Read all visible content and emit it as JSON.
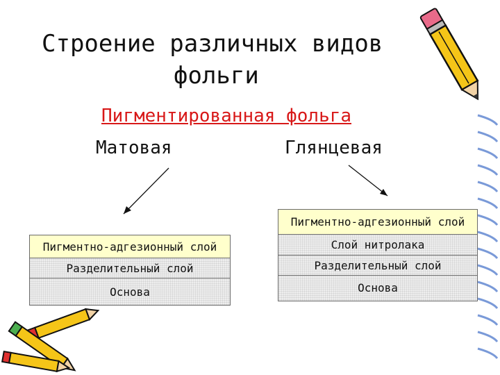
{
  "title": {
    "line1": "Строение различных видов",
    "line2": "фольги"
  },
  "subtitle": "Пигментированная фольга",
  "left": {
    "label": "Матовая",
    "layers": [
      "Пигментно-адгезионный слой",
      "Разделительный слой",
      "Основа"
    ]
  },
  "right": {
    "label": "Глянцевая",
    "layers": [
      "Пигментно-адгезионный слой",
      "Слой нитролака",
      "Разделительный слой",
      "Основа"
    ]
  },
  "colors": {
    "subtitle": "#d81818",
    "pigment_layer": "#ffffcc",
    "other_layers": "#eeeeee",
    "pencil_body": "#f5c518",
    "spiral": "#7a9ad8"
  },
  "icons": [
    "pencil-icon",
    "pencils-cluster-icon",
    "spiral-binding"
  ]
}
